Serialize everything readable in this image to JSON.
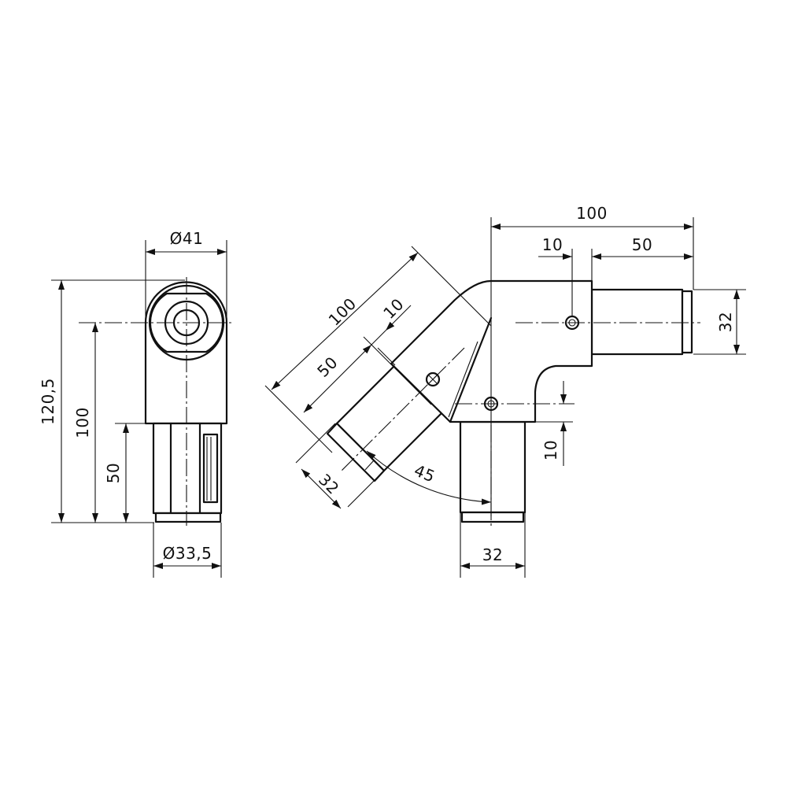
{
  "dimensions": {
    "diameter_41": "Ø41",
    "height_120_5": "120,5",
    "height_100": "100",
    "height_50": "50",
    "diameter_33_5": "Ø33,5",
    "angled_100": "100",
    "angled_50": "50",
    "angled_10": "10",
    "angled_32": "32",
    "angle_45": "45",
    "top_100": "100",
    "top_10": "10",
    "top_50": "50",
    "right_32": "32",
    "side_10": "10",
    "bottom_32": "32"
  }
}
